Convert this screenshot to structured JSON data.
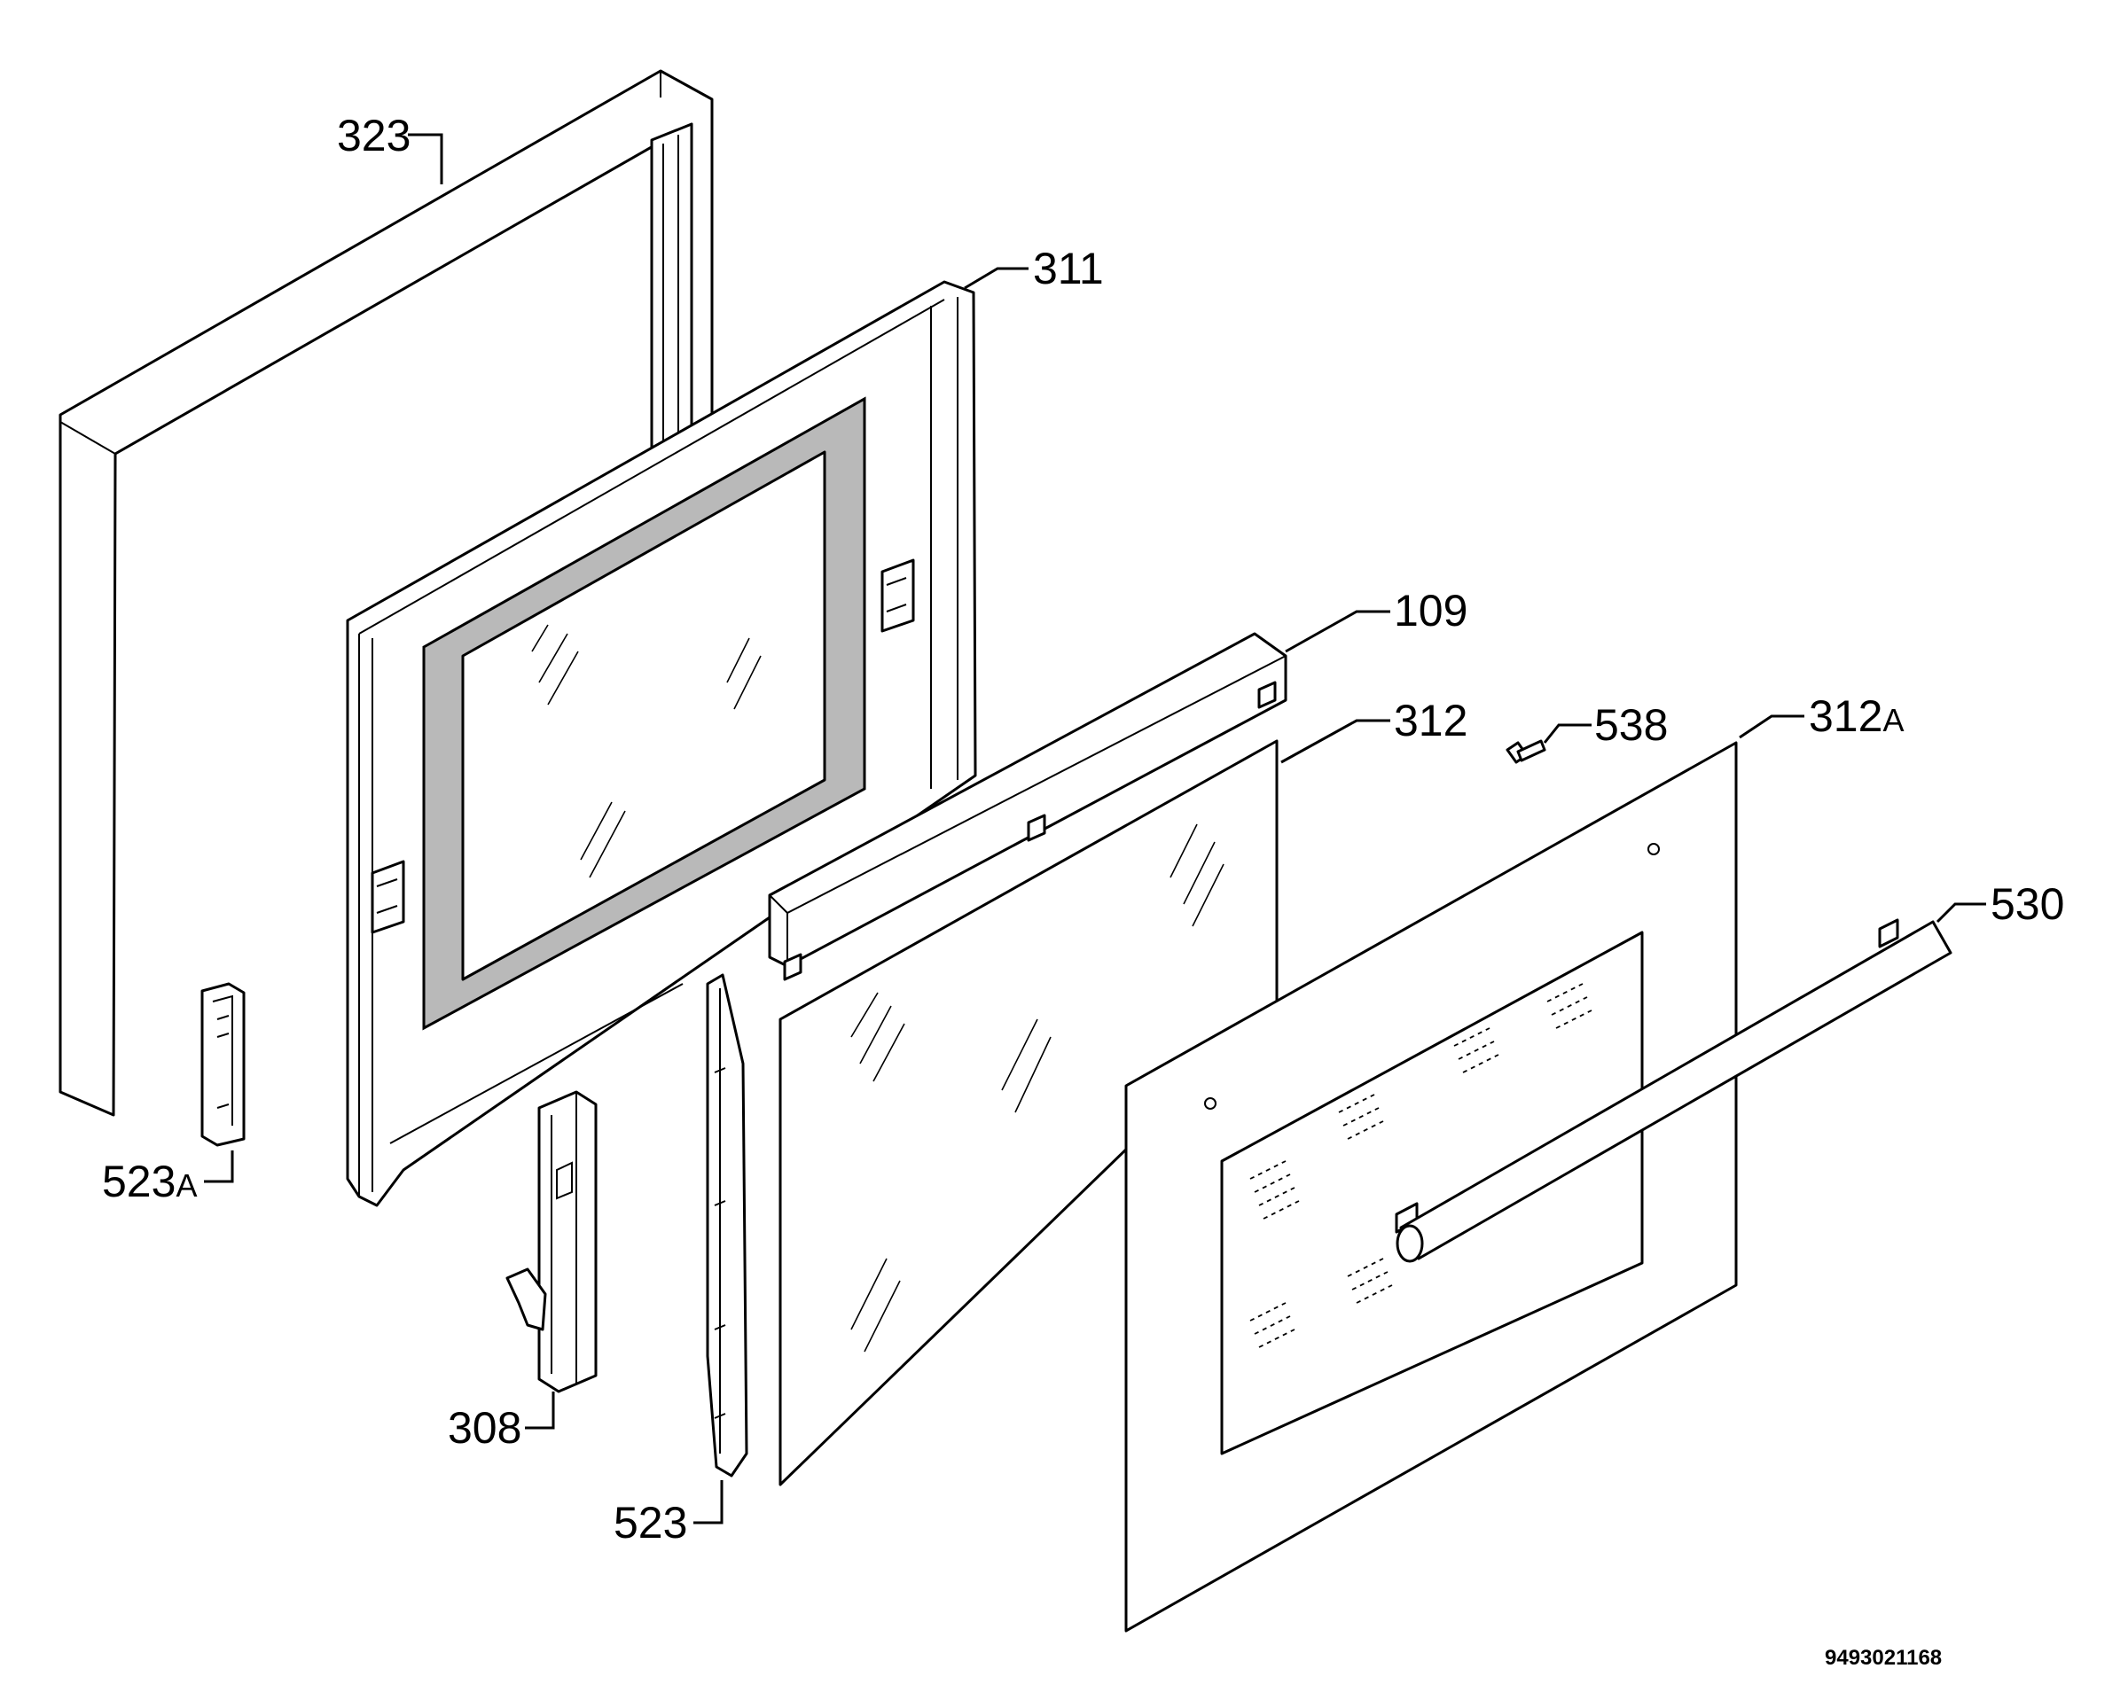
{
  "diagram": {
    "callouts": [
      {
        "id": "323",
        "num": "323",
        "suffix": ""
      },
      {
        "id": "311",
        "num": "311",
        "suffix": ""
      },
      {
        "id": "109",
        "num": "109",
        "suffix": ""
      },
      {
        "id": "312",
        "num": "312",
        "suffix": ""
      },
      {
        "id": "538",
        "num": "538",
        "suffix": ""
      },
      {
        "id": "312A",
        "num": "312",
        "suffix": "A"
      },
      {
        "id": "530",
        "num": "530",
        "suffix": ""
      },
      {
        "id": "523A",
        "num": "523",
        "suffix": "A"
      },
      {
        "id": "308",
        "num": "308",
        "suffix": ""
      },
      {
        "id": "523",
        "num": "523",
        "suffix": ""
      }
    ],
    "document_number": "9493021168"
  }
}
